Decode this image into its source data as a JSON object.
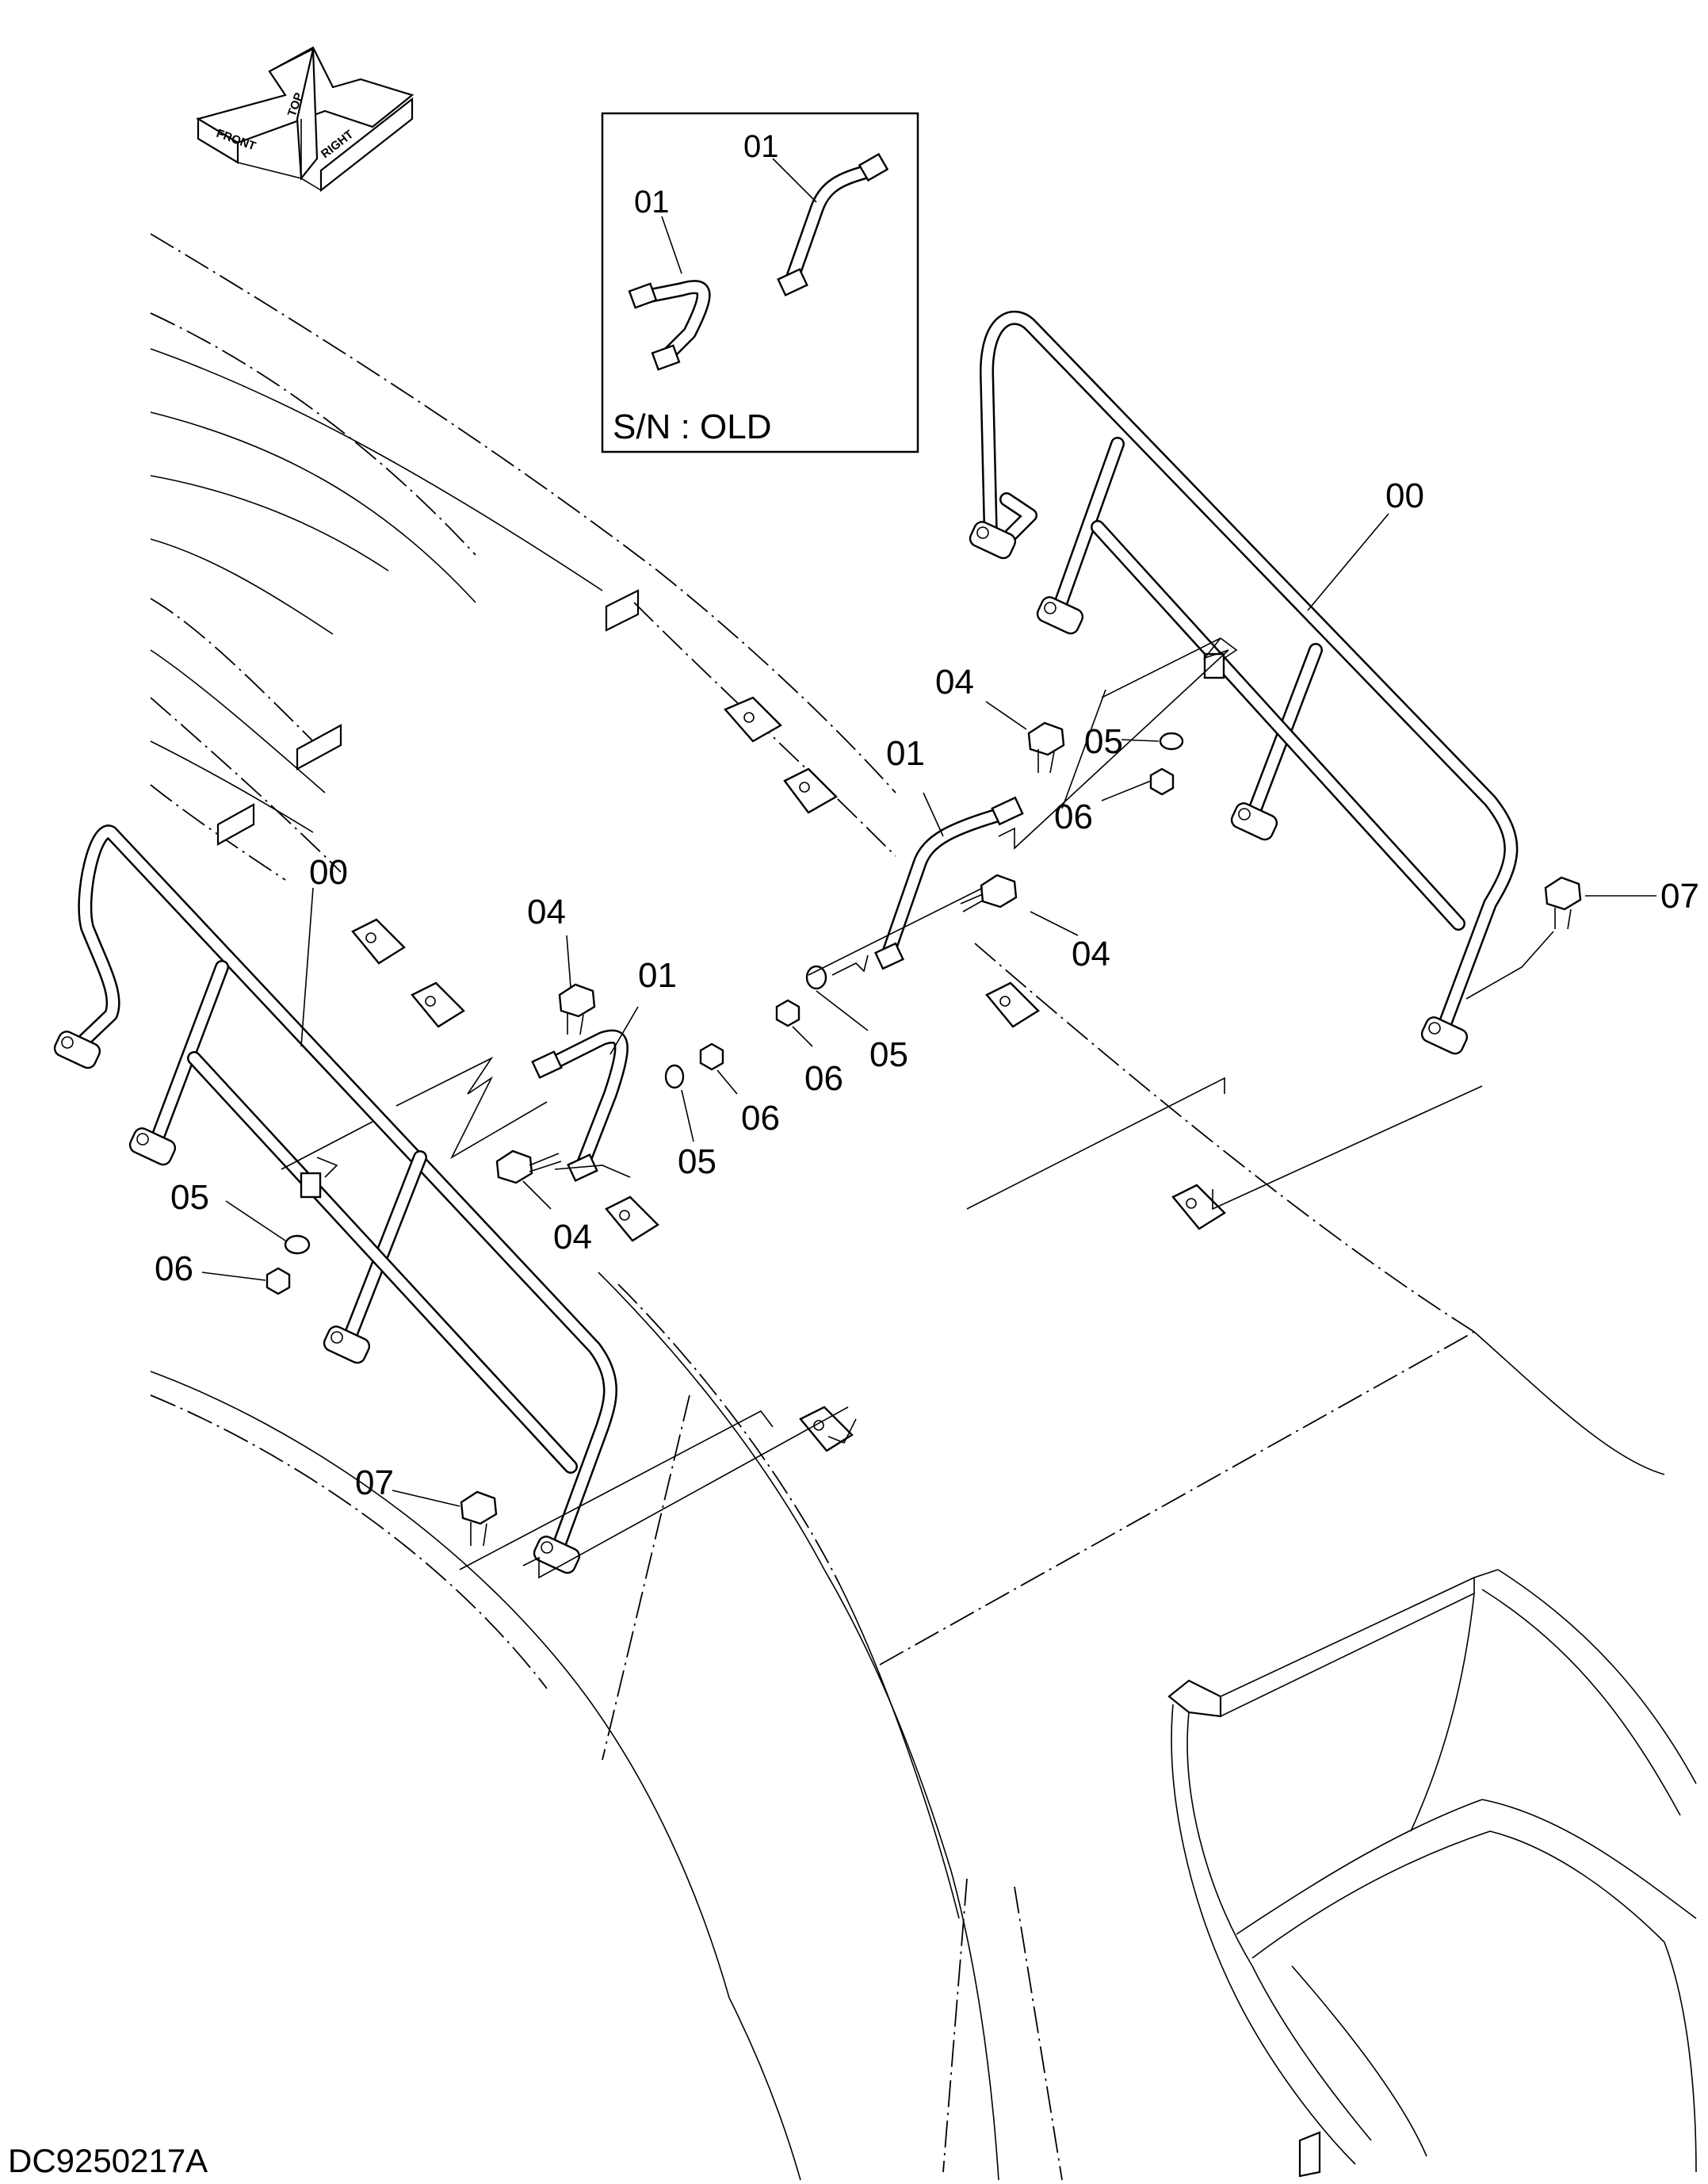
{
  "orientation": {
    "front": "FRONT",
    "top": "TOP",
    "right": "RIGHT"
  },
  "inset": {
    "caption": "S/N : OLD",
    "callouts": [
      "01",
      "01"
    ]
  },
  "callouts": {
    "right_rail": "00",
    "left_rail": "00",
    "right_handle": "01",
    "left_handle": "01",
    "bolt_top_right": "04",
    "bolt_right_lower": "04",
    "bolt_center_top": "04",
    "bolt_center_lower": "04",
    "washer_right_upper": "05",
    "washer_center_right": "05",
    "washer_center": "05",
    "washer_left": "05",
    "nut_right_upper": "06",
    "nut_center_right": "06",
    "nut_center": "06",
    "nut_left": "06",
    "bolt_right_end": "07",
    "bolt_left_end": "07"
  },
  "drawing_code": "DC9250217A"
}
